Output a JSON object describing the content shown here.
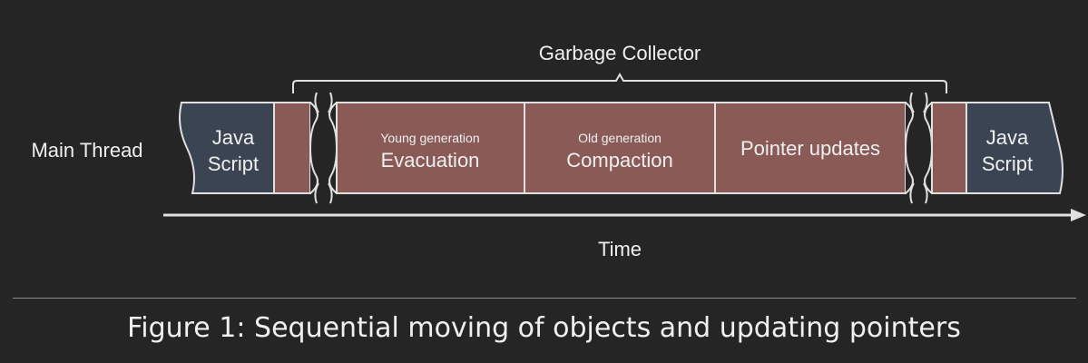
{
  "diagram": {
    "title": "Garbage Collector",
    "row_label": "Main Thread",
    "axis_label": "Time",
    "segments": {
      "js_start": [
        "Java",
        "Script"
      ],
      "young": {
        "small": "Young generation",
        "main": "Evacuation"
      },
      "old": {
        "small": "Old generation",
        "main": "Compaction"
      },
      "pointer": "Pointer updates",
      "js_end": [
        "Java",
        "Script"
      ]
    },
    "colors": {
      "background": "#252525",
      "javascript_block": "#3a4452",
      "gc_block": "#8a5a57",
      "outline": "#e0e0e0",
      "text": "#f0f0f0"
    }
  },
  "caption": "Figure 1: Sequential moving of objects and updating pointers"
}
